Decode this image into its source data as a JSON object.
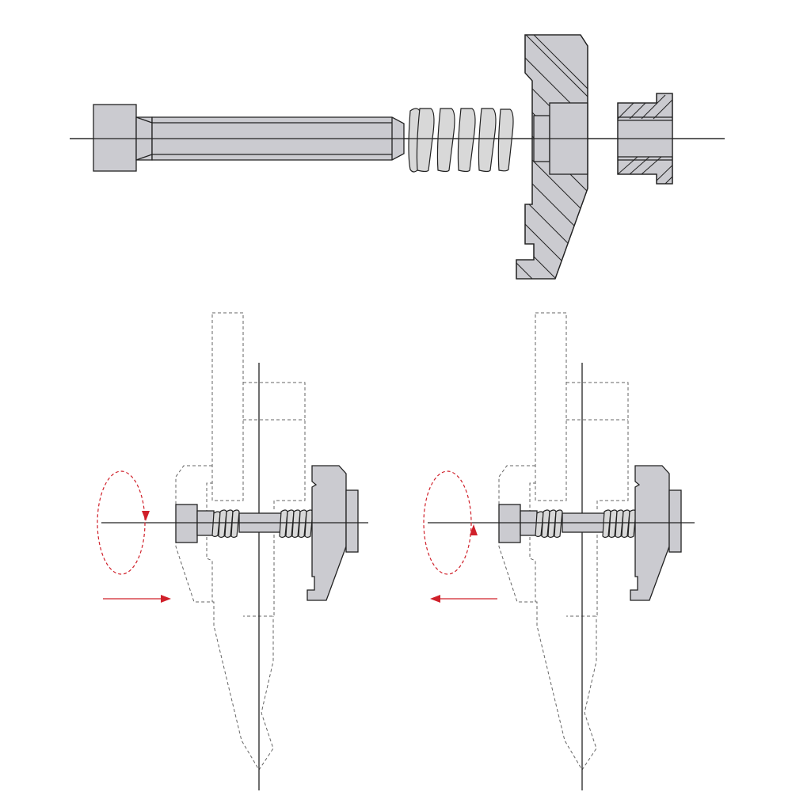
{
  "diagram": {
    "views": [
      "exploded-assembly",
      "tighten-view",
      "release-view"
    ],
    "colors": {
      "part_fill": "#cbcbd0",
      "spring_fill": "#d8d8d8",
      "outline": "#222222",
      "arrow": "#d0202a",
      "hidden_line": "#666666"
    }
  }
}
